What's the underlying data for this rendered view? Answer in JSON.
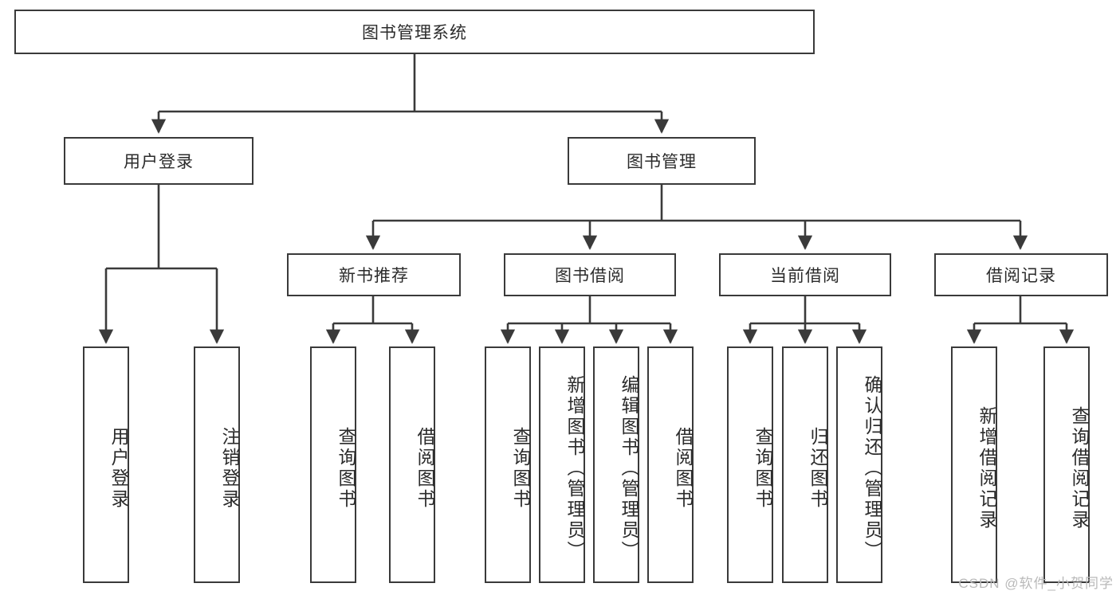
{
  "diagram": {
    "kind": "tree-hierarchy-chart",
    "title": "图书管理系统",
    "stroke_color": "#3a3a3a",
    "fill_color": "#ffffff",
    "text_color": "#2b2b2b",
    "root": {
      "label": "图书管理系统"
    },
    "level2": [
      {
        "label": "用户登录"
      },
      {
        "label": "图书管理"
      }
    ],
    "level3": [
      {
        "label": "新书推荐"
      },
      {
        "label": "图书借阅"
      },
      {
        "label": "当前借阅"
      },
      {
        "label": "借阅记录"
      }
    ],
    "leaves": {
      "user_login": [
        {
          "label": "用户登录"
        },
        {
          "label": "注销登录"
        }
      ],
      "new_book_recommend": [
        {
          "label": "查询图书"
        },
        {
          "label": "借阅图书"
        }
      ],
      "book_borrow": [
        {
          "label": "查询图书"
        },
        {
          "label": "新增图书（管理员）"
        },
        {
          "label": "编辑图书（管理员）"
        },
        {
          "label": "借阅图书"
        }
      ],
      "current_borrow": [
        {
          "label": "查询图书"
        },
        {
          "label": "归还图书"
        },
        {
          "label": "确认归还（管理员）"
        }
      ],
      "borrow_record": [
        {
          "label": "新增借阅记录"
        },
        {
          "label": "查询借阅记录"
        }
      ]
    }
  },
  "watermark": {
    "text": "CSDN @软件_小贺同学"
  }
}
